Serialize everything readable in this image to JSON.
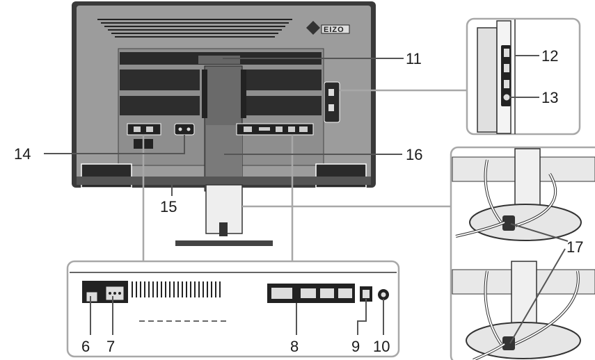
{
  "brand": {
    "logo_text": "EIZO"
  },
  "callouts": {
    "c6": "6",
    "c7": "7",
    "c8": "8",
    "c9": "9",
    "c10": "10",
    "c11": "11",
    "c12": "12",
    "c13": "13",
    "c14": "14",
    "c15": "15",
    "c16": "16",
    "c17": "17"
  },
  "colors": {
    "monitor_body": "#8a8a8a",
    "monitor_dark": "#3c3c3c",
    "panel_border": "#a8a8a8",
    "leader_line": "#555555"
  }
}
